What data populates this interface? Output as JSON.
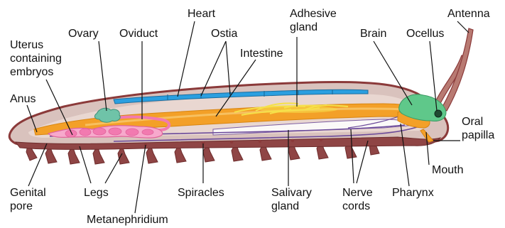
{
  "colors": {
    "body_outline": "#8b3a3a",
    "body_fill": "#d9c2bd",
    "underside": "#8f4545",
    "intestine": "#f3a028",
    "heart": "#2b9fe0",
    "ovary": "#6fc3a8",
    "reproductive": "#f27ab0",
    "brain": "#5fc88a",
    "nerve": "#6b4a9a",
    "adhesive_gland": "#f5e04a"
  },
  "labels": {
    "heart": "Heart",
    "ovary": "Ovary",
    "oviduct": "Oviduct",
    "ostia": "Ostia",
    "adhesive_gland": [
      "Adhesive",
      "gland"
    ],
    "antenna": "Antenna",
    "uterus": [
      "Uterus",
      "containing",
      "embryos"
    ],
    "intestine": "Intestine",
    "brain": "Brain",
    "ocellus": "Ocellus",
    "anus": "Anus",
    "oral_papilla": [
      "Oral",
      "papilla"
    ],
    "mouth": "Mouth",
    "genital_pore": [
      "Genital",
      "pore"
    ],
    "legs": "Legs",
    "spiracles": "Spiracles",
    "salivary_gland": [
      "Salivary",
      "gland"
    ],
    "nerve_cords": [
      "Nerve",
      "cords"
    ],
    "pharynx": "Pharynx",
    "metanephridium": "Metanephridium"
  }
}
